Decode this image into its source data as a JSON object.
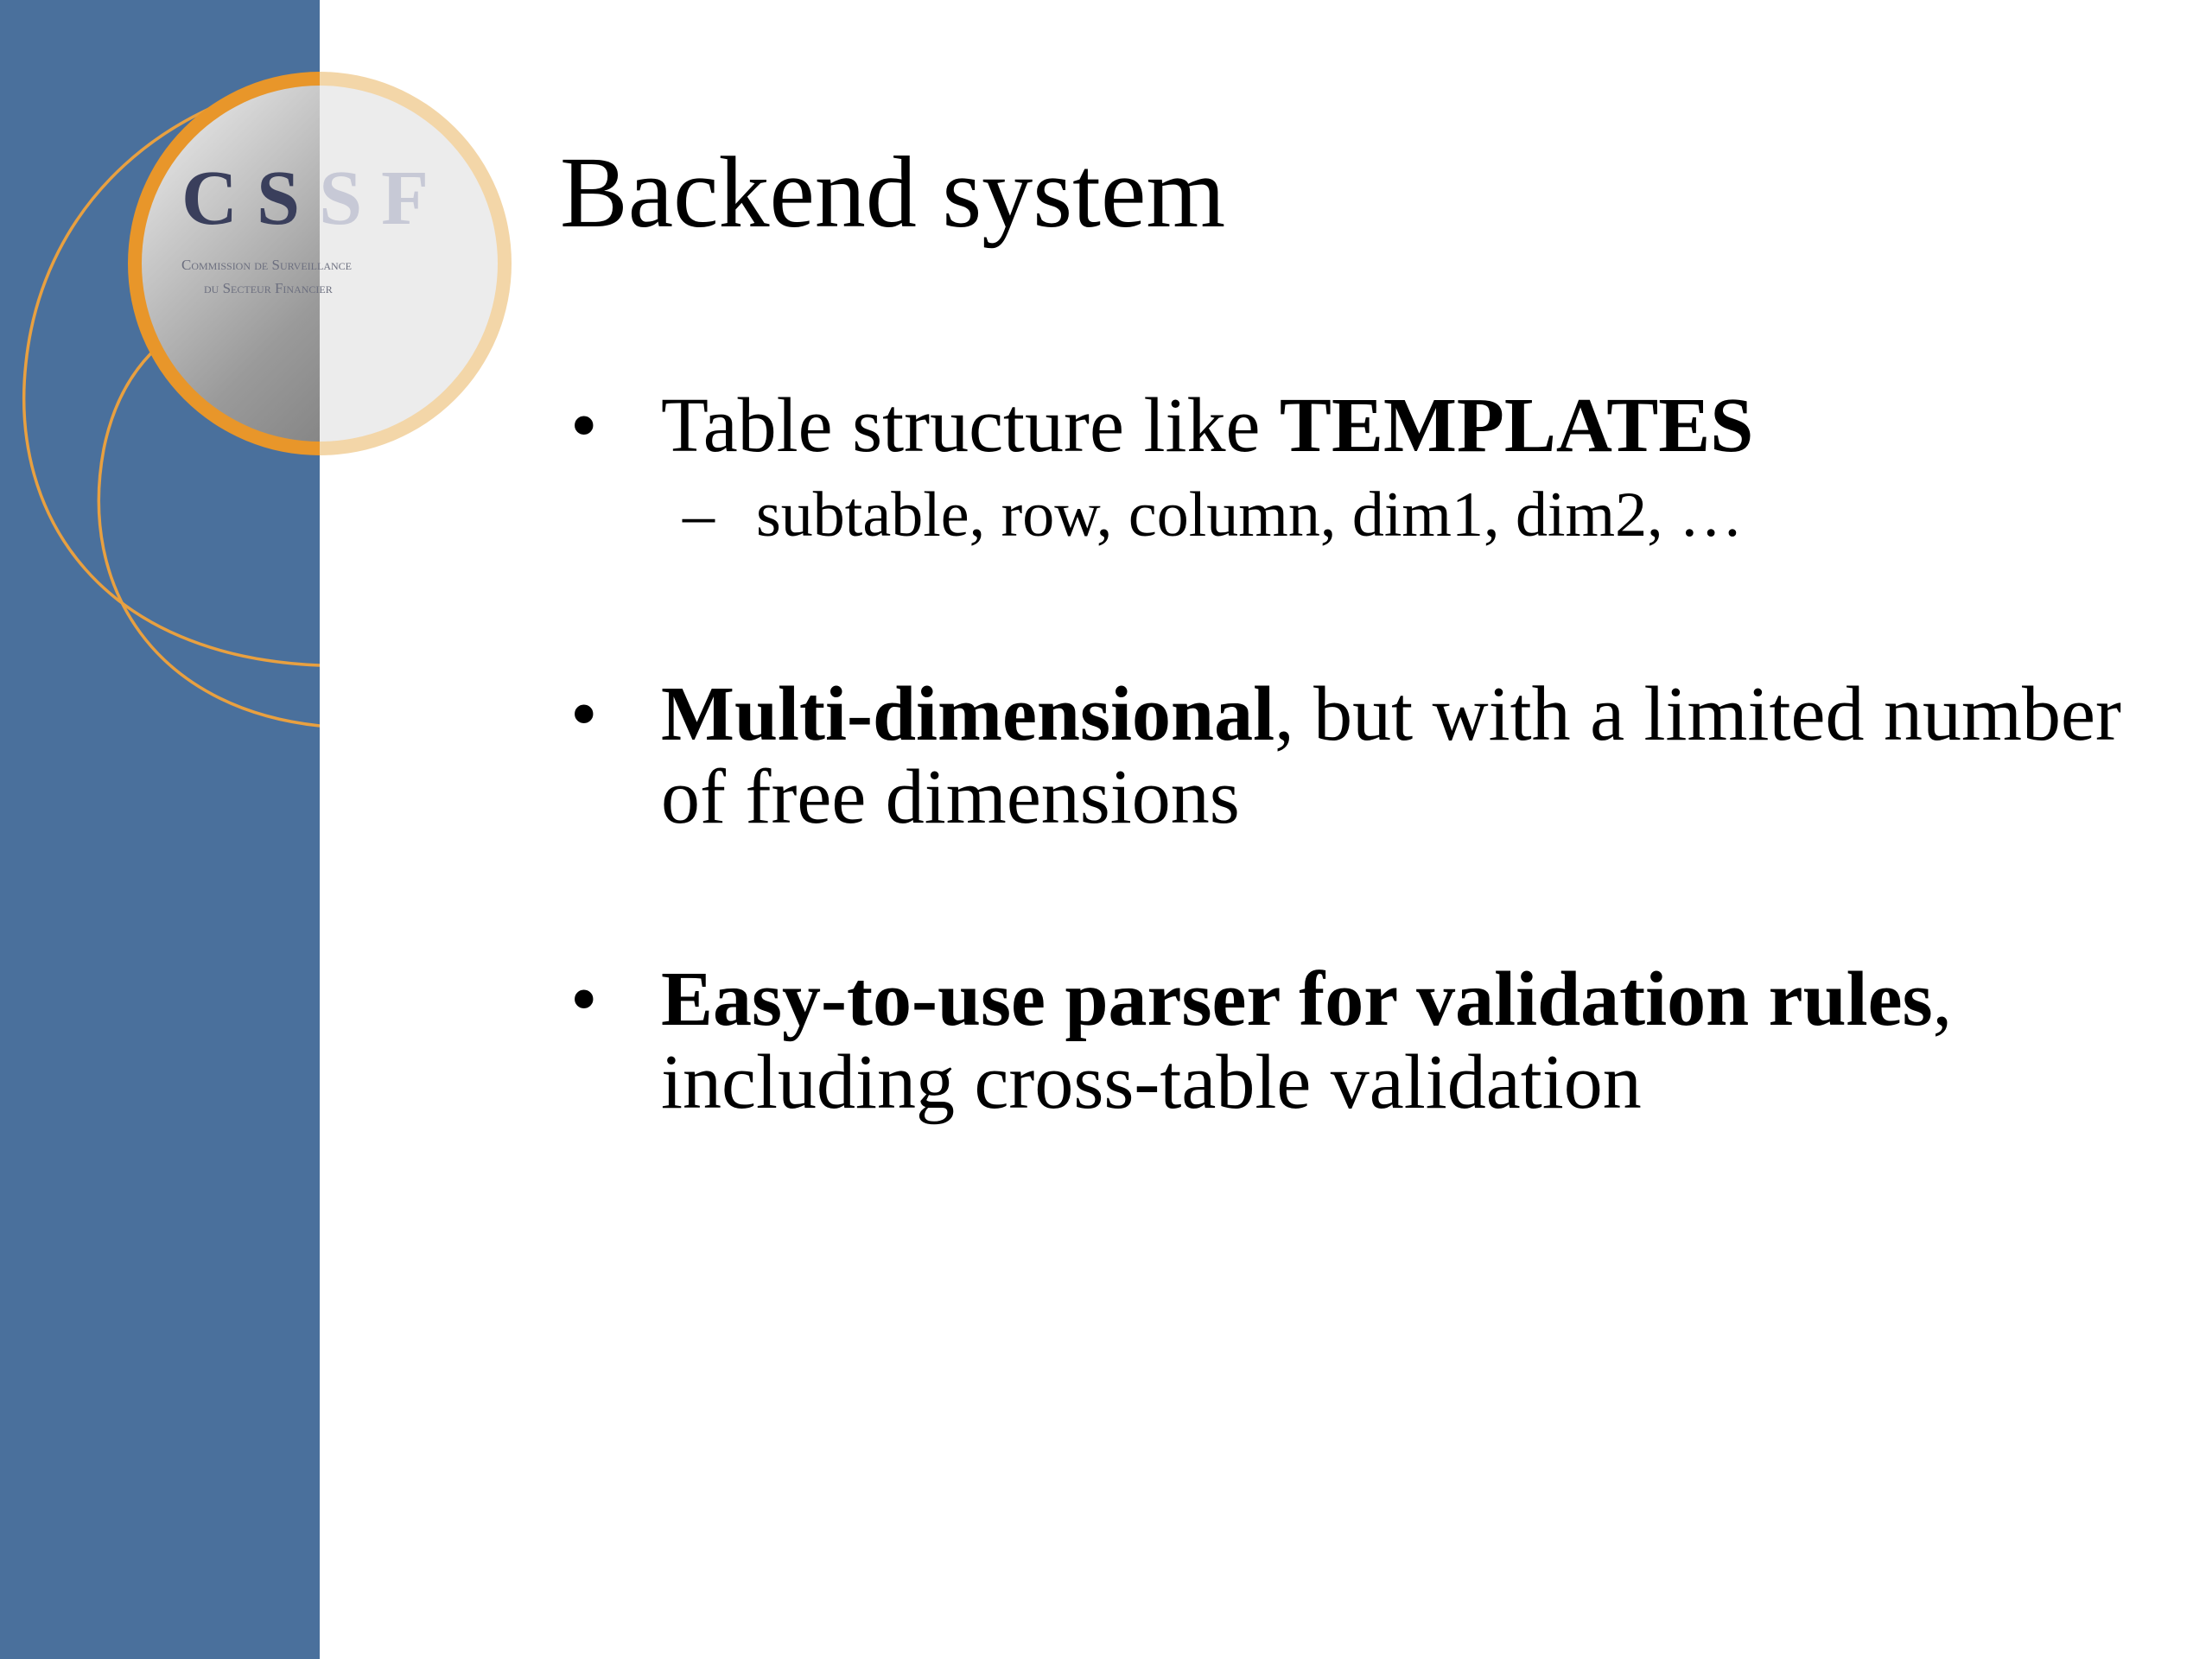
{
  "slide": {
    "title": "Backend system",
    "logo": {
      "letters": [
        "C",
        "S",
        "S",
        "F"
      ],
      "subtitle_line1": "Commission de Surveillance",
      "subtitle_line2": "du Secteur Financier"
    },
    "bullets": [
      {
        "marker": "•",
        "bold": "",
        "text": "Table structure like ",
        "bold_end": "TEMPLATES",
        "sub_items": [
          {
            "marker": "–",
            "text": "subtable, row, column, dim1, dim2, …"
          }
        ]
      },
      {
        "marker": "•",
        "bold": "Multi-dimensional",
        "text": ", but with a limited number of free dimensions"
      },
      {
        "marker": "•",
        "bold": "Easy-to-use parser for validation rules",
        "text": ", including cross-table validation"
      }
    ]
  },
  "colors": {
    "sidebar": "#4a709c",
    "logo_ring": "#e8962a",
    "logo_text_dark": "#3a3f5c",
    "background": "#ffffff"
  }
}
